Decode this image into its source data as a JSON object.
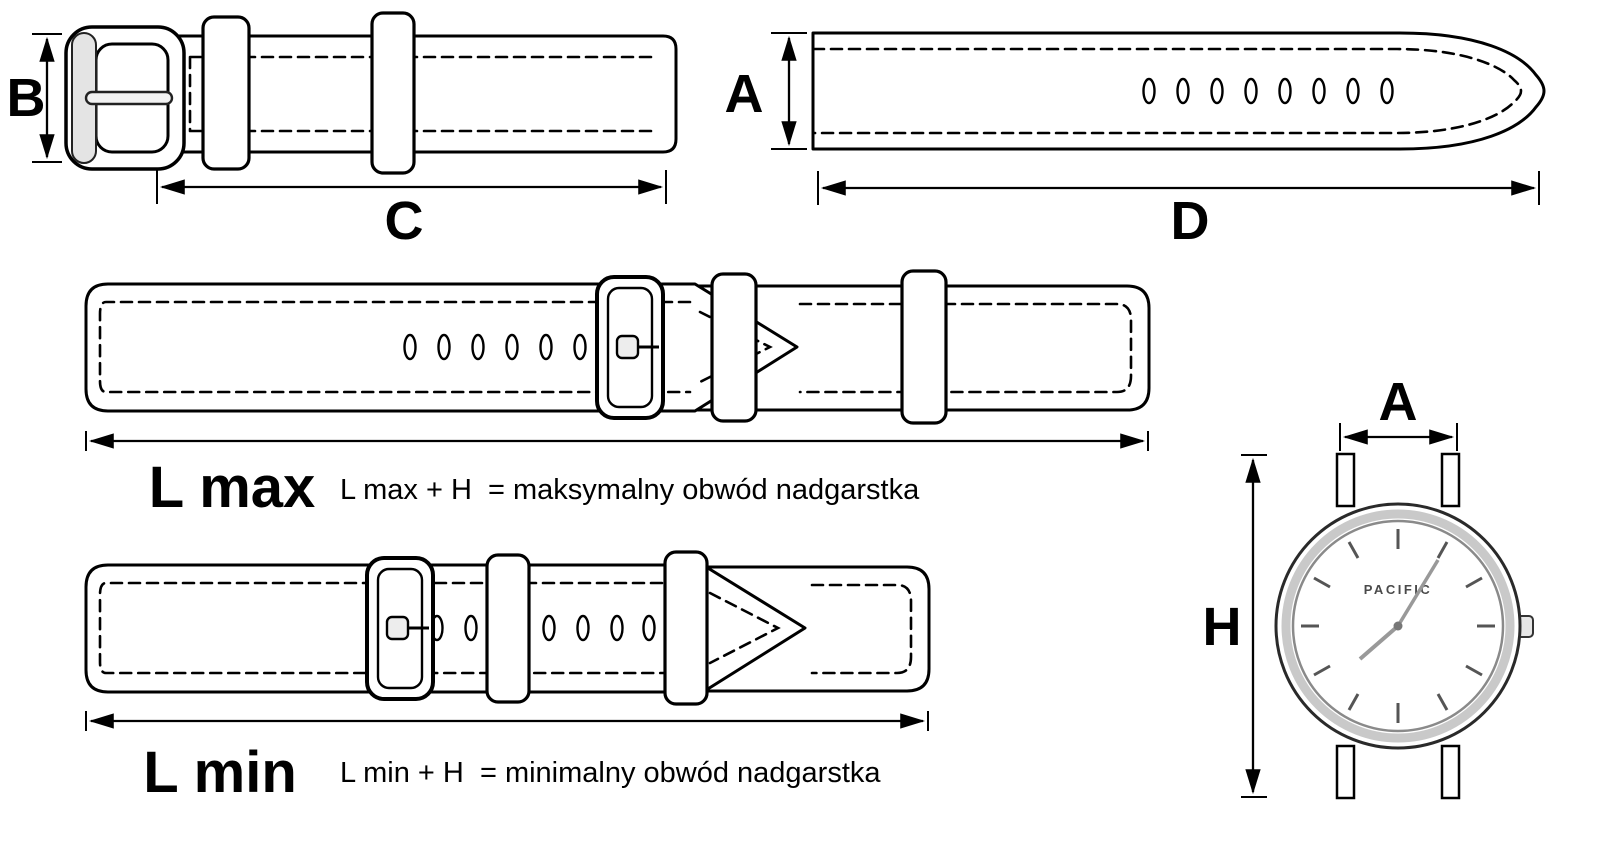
{
  "colors": {
    "background": "#ffffff",
    "line": "#000000",
    "metal_fill": "#e4e4e4",
    "bezel_ring": "#c9c9c9"
  },
  "buckle_piece": {
    "width_dim_label": "B",
    "length_dim_label": "C"
  },
  "long_piece": {
    "width_dim_label": "A",
    "length_dim_label": "D"
  },
  "l_max": {
    "dim_label": "L max",
    "formula": "L max + H  = maksymalny obwód nadgarstka"
  },
  "l_min": {
    "dim_label": "L min",
    "formula": "L min + H  = minimalny obwód nadgarstka"
  },
  "watch": {
    "lug_width_dim_label": "A",
    "case_height_dim_label": "H",
    "brand": "PACIFIC"
  }
}
